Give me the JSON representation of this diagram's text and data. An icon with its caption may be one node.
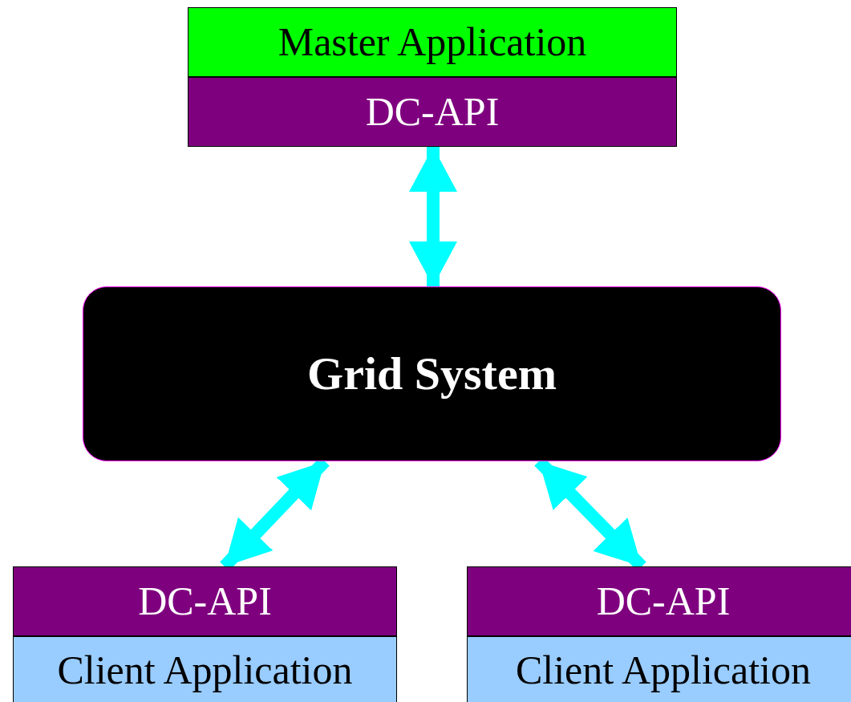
{
  "diagram": {
    "nodes": [
      {
        "text": [
          "Master Application"
        ]
      },
      {
        "text": [
          "DC-API"
        ]
      },
      {
        "text": [
          "Grid System"
        ]
      },
      {
        "text": [
          "DC-API"
        ]
      },
      {
        "text": [
          "Client Application"
        ]
      },
      {
        "text": [
          "DC-API"
        ]
      },
      {
        "text": [
          "Client Application"
        ]
      }
    ],
    "edges": [
      {
        "from": 1,
        "to": 2,
        "arrow": "both"
      },
      {
        "from": 2,
        "to": 3,
        "arrow": "both"
      },
      {
        "from": 2,
        "to": 5,
        "arrow": "both"
      }
    ]
  }
}
